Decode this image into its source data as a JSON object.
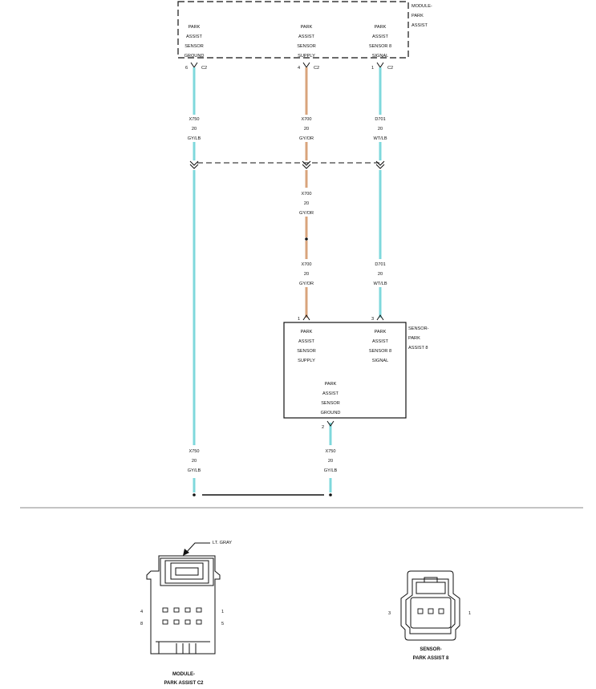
{
  "colors": {
    "wire_gy_lb": "#7fd8dc",
    "wire_gy_or": "#d9a47c",
    "wire_wt_lb": "#7fd8dc",
    "ink": "#111111",
    "divider": "#888888"
  },
  "module": {
    "title_line1": "MODULE-",
    "title_line2": "PARK",
    "title_line3": "ASSIST",
    "pins": [
      {
        "lines": [
          "PARK",
          "ASSIST",
          "SENSOR",
          "GROUND"
        ],
        "pin": "6",
        "conn": "C2"
      },
      {
        "lines": [
          "PARK",
          "ASSIST",
          "SENSOR",
          "SUPPLY"
        ],
        "pin": "4",
        "conn": "C2"
      },
      {
        "lines": [
          "PARK",
          "ASSIST",
          "SENSOR 8",
          "SIGNAL"
        ],
        "pin": "1",
        "conn": "C2"
      }
    ]
  },
  "wire_labels": {
    "left_top": [
      "X750",
      "20",
      "GY/LB"
    ],
    "mid_top": [
      "X700",
      "20",
      "GY/OR"
    ],
    "right_top": [
      "D701",
      "20",
      "WT/LB"
    ],
    "mid_upper": [
      "X700",
      "20",
      "GY/OR"
    ],
    "mid_lower": [
      "X700",
      "20",
      "GY/OR"
    ],
    "right_lower": [
      "D701",
      "20",
      "WT/LB"
    ],
    "left_bottom": [
      "X750",
      "20",
      "GY/LB"
    ],
    "sensor_bottom": [
      "X750",
      "20",
      "GY/LB"
    ]
  },
  "sensor": {
    "title_line1": "SENSOR-",
    "title_line2": "PARK",
    "title_line3": "ASSIST 8",
    "pin_supply": "1",
    "pin_signal": "3",
    "pin_ground": "2",
    "supply_lines": [
      "PARK",
      "ASSIST",
      "SENSOR",
      "SUPPLY"
    ],
    "signal_lines": [
      "PARK",
      "ASSIST",
      "SENSOR 8",
      "SIGNAL"
    ],
    "ground_lines": [
      "PARK",
      "ASSIST",
      "SENSOR",
      "GROUND"
    ]
  },
  "connector_views": {
    "module_c2": {
      "color_label": "LT. GRAY",
      "pin_left_top": "4",
      "pin_left_bottom": "8",
      "pin_right_top": "1",
      "pin_right_bottom": "5",
      "caption_line1": "MODULE-",
      "caption_line2": "PARK ASSIST C2"
    },
    "sensor_8": {
      "pin_left": "3",
      "pin_right": "1",
      "caption_line1": "SENSOR-",
      "caption_line2": "PARK ASSIST 8"
    }
  }
}
